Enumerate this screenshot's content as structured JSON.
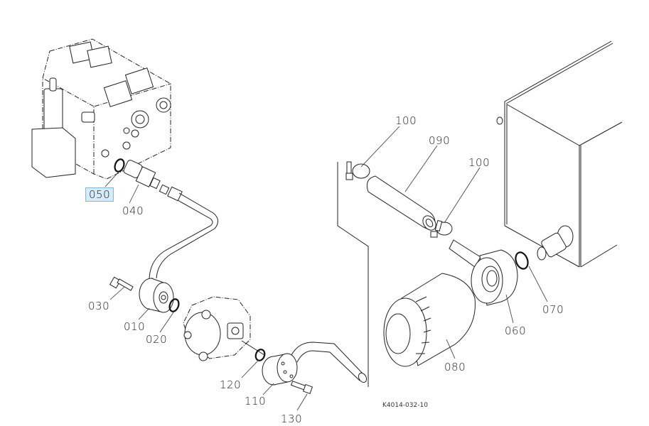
{
  "diagram": {
    "drawing_id": "K4014-032-10",
    "selected_part": "050",
    "highlight_color": "#d6eaf8",
    "parts": [
      {
        "key": "p010",
        "label": "010",
        "name": "flange"
      },
      {
        "key": "p020",
        "label": "020",
        "name": "o-ring"
      },
      {
        "key": "p030",
        "label": "030",
        "name": "bolt"
      },
      {
        "key": "p040",
        "label": "040",
        "name": "connector"
      },
      {
        "key": "p050",
        "label": "050",
        "name": "o-ring"
      },
      {
        "key": "p060",
        "label": "060",
        "name": "filter-head"
      },
      {
        "key": "p070",
        "label": "070",
        "name": "o-ring"
      },
      {
        "key": "p080",
        "label": "080",
        "name": "filter-cartridge"
      },
      {
        "key": "p090",
        "label": "090",
        "name": "hose"
      },
      {
        "key": "p100a",
        "label": "100",
        "name": "hose-clamp"
      },
      {
        "key": "p100b",
        "label": "100",
        "name": "hose-clamp"
      },
      {
        "key": "p110",
        "label": "110",
        "name": "flange"
      },
      {
        "key": "p120",
        "label": "120",
        "name": "o-ring"
      },
      {
        "key": "p130",
        "label": "130",
        "name": "bolt"
      }
    ]
  }
}
